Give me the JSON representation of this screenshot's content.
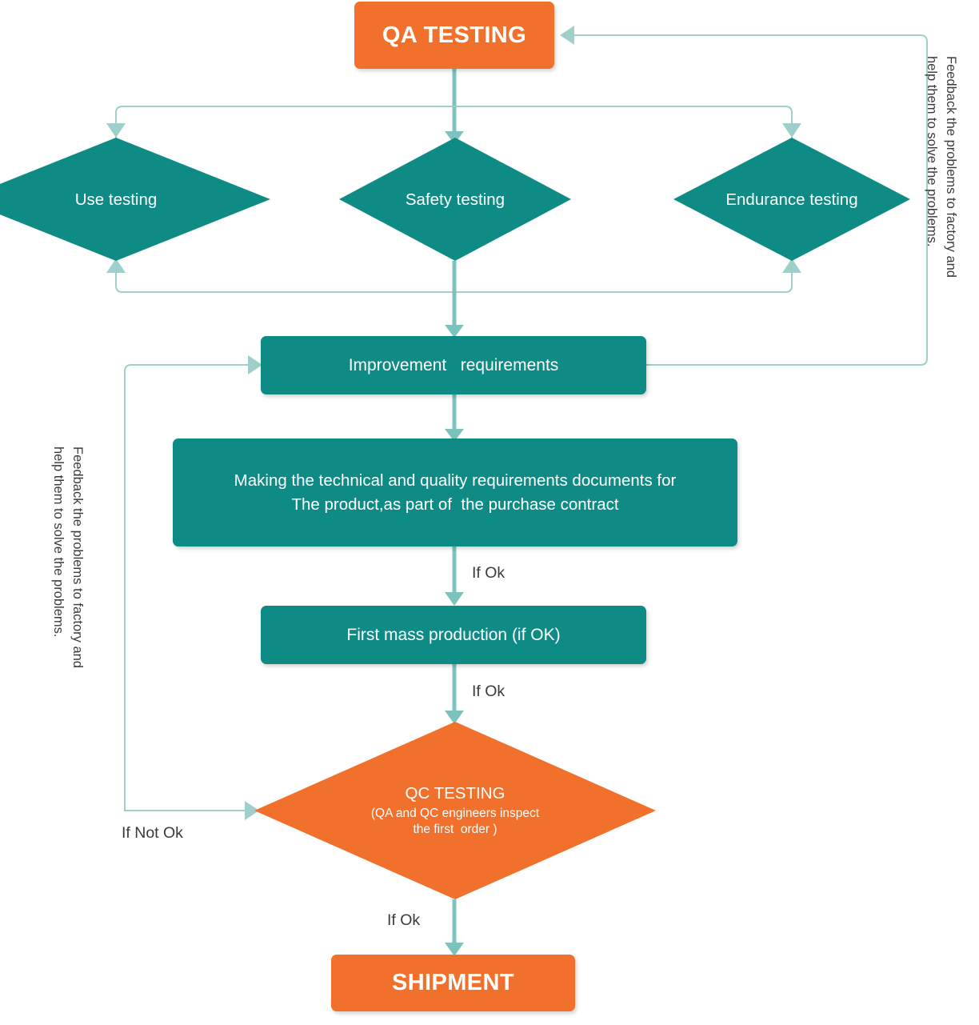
{
  "diagram": {
    "title": "QA / QC Testing and Shipment Flow",
    "colors": {
      "teal": "#0f8b86",
      "orange": "#f1702c",
      "connector": "#7ec2bd",
      "text_dark": "#3b3b3b",
      "text_light": "#ffffff",
      "background": "#ffffff"
    }
  },
  "nodes": {
    "qa_testing": {
      "label": "QA TESTING",
      "shape": "rounded-rectangle",
      "color": "orange"
    },
    "use_testing": {
      "label": "Use testing",
      "shape": "diamond",
      "color": "teal"
    },
    "safety_testing": {
      "label": "Safety testing",
      "shape": "diamond",
      "color": "teal"
    },
    "endurance_testing": {
      "label": "Endurance testing",
      "shape": "diamond",
      "color": "teal"
    },
    "improvement": {
      "label": "Improvement   requirements",
      "shape": "rounded-rectangle",
      "color": "teal"
    },
    "documents": {
      "line1": "Making the technical and quality requirements documents for",
      "line2": "The product,as part of  the purchase contract",
      "shape": "rounded-rectangle",
      "color": "teal"
    },
    "first_mass_production": {
      "label": "First mass production (if OK)",
      "shape": "rounded-rectangle",
      "color": "teal"
    },
    "qc_testing": {
      "title": "QC TESTING",
      "subtitle_line1": "(QA and QC engineers inspect",
      "subtitle_line2": "the first  order )",
      "shape": "diamond",
      "color": "orange"
    },
    "shipment": {
      "label": "SHIPMENT",
      "shape": "rounded-rectangle",
      "color": "orange"
    }
  },
  "edge_labels": {
    "documents_to_production": "If Ok",
    "production_to_qc": "If Ok",
    "qc_to_shipment": "If Ok",
    "qc_not_ok": "If Not Ok"
  },
  "side_notes": {
    "right": "Feedback the problems to factory and\nhelp them to solve the problems.",
    "left": "Feedback the problems to factory and\nhelp them to solve the problems."
  }
}
